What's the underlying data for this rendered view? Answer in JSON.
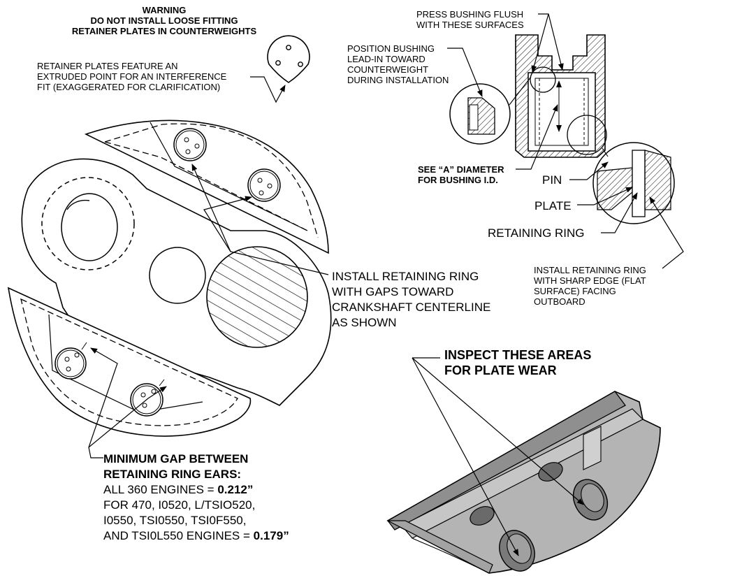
{
  "warning": {
    "lines": [
      "WARNING",
      "DO NOT INSTALL LOOSE FITTING",
      "RETAINER PLATES IN COUNTERWEIGHTS"
    ]
  },
  "retainer_note": {
    "lines": [
      "RETAINER PLATES FEATURE AN",
      "EXTRUDED POINT FOR AN INTERFERENCE",
      "FIT (EXAGGERATED FOR CLARIFICATION)"
    ]
  },
  "press_note": {
    "lines": [
      "PRESS BUSHING FLUSH",
      "WITH THESE SURFACES"
    ]
  },
  "position_note": {
    "lines": [
      "POSITION BUSHING",
      "LEAD-IN TOWARD",
      "COUNTERWEIGHT",
      "DURING INSTALLATION"
    ]
  },
  "see_a_note": {
    "lines": [
      "SEE “A” DIAMETER",
      "FOR BUSHING I.D."
    ]
  },
  "labels": {
    "pin": "PIN",
    "plate": "PLATE",
    "retaining_ring": "RETAINING RING"
  },
  "sharp_edge_note": {
    "lines": [
      "INSTALL RETAINING RING",
      "WITH SHARP EDGE (FLAT",
      "SURFACE) FACING",
      "OUTBOARD"
    ]
  },
  "gaps_note": {
    "lines": [
      "INSTALL RETAINING RING",
      "WITH GAPS TOWARD",
      "CRANKSHAFT CENTERLINE",
      "AS SHOWN"
    ]
  },
  "inspect_note": {
    "lines": [
      "INSPECT THESE AREAS",
      "FOR PLATE WEAR"
    ]
  },
  "min_gap_note": {
    "heading": [
      "MINIMUM GAP BETWEEN",
      "RETAINING RING EARS:"
    ],
    "line1_text": "ALL 360 ENGINES = ",
    "line1_value": "0.212”",
    "line2": "FOR 470, I0520, L/TSIO520,",
    "line3": "I0550, TSI0550, TSI0F550,",
    "line4_text": "AND TSI0L550 ENGINES = ",
    "line4_value": "0.179”"
  },
  "colors": {
    "ink": "#000000",
    "part_gray": "#b4b4b4",
    "part_shadow": "#8f8f8f",
    "background": "#ffffff"
  }
}
